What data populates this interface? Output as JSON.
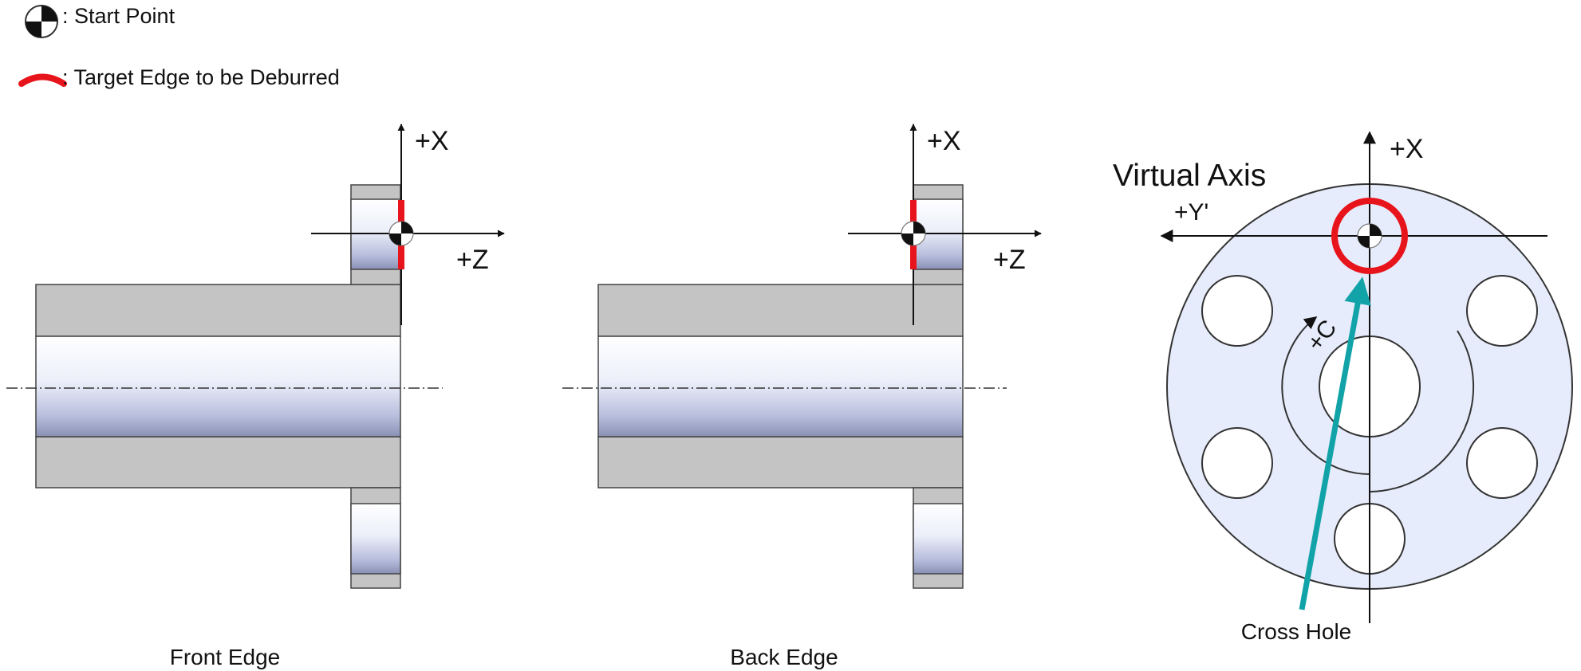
{
  "legend": {
    "start_point_label": ": Start Point",
    "target_edge_label": ": Target Edge to be Deburred"
  },
  "front_view": {
    "caption": "Front Edge",
    "axis_x": "+X",
    "axis_z": "+Z"
  },
  "back_view": {
    "caption": "Back Edge",
    "axis_x": "+X",
    "axis_z": "+Z"
  },
  "end_view": {
    "title": "Virtual Axis",
    "axis_x": "+X",
    "axis_y": "+Y'",
    "axis_c": "+C",
    "cross_hole_label": "Cross Hole"
  },
  "colors": {
    "part_gray": "#c4c4c4",
    "target_edge": "#e8141b",
    "cross_hole_arrow": "#12a3a8",
    "face_tint": "#e6ecfb"
  },
  "icons": [
    "start-point-icon",
    "target-edge-icon"
  ]
}
